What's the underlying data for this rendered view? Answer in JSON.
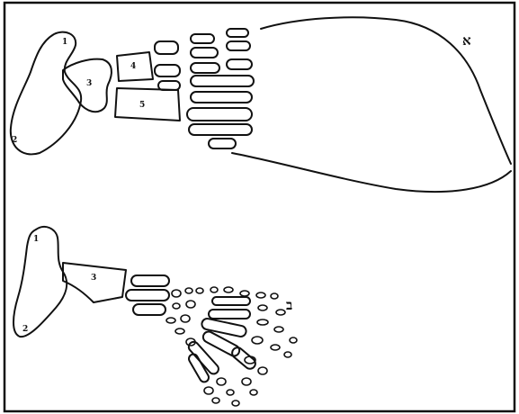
{
  "labels": {
    "top_figure": "א",
    "bottom_figure": "ב",
    "top_bones": [
      "1",
      "2",
      "3",
      "4",
      "5"
    ],
    "bottom_bones": [
      "1",
      "2",
      "3"
    ]
  },
  "style": {
    "ink": "#111111",
    "paper": "#ffffff"
  }
}
